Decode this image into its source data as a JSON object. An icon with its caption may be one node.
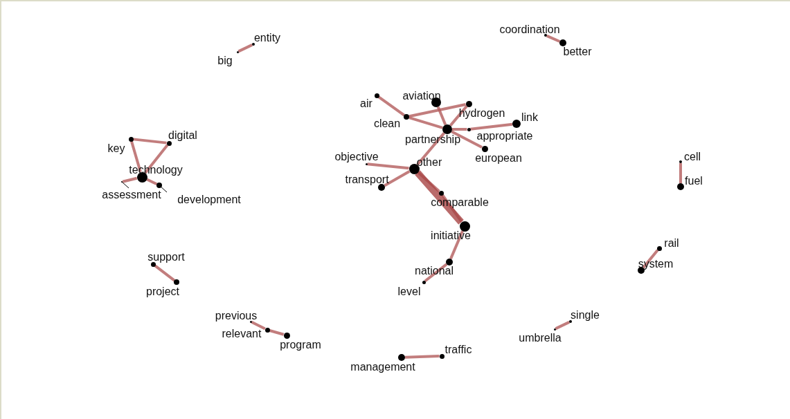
{
  "diagram": {
    "nodes": [
      {
        "text": [
          "entity"
        ]
      },
      {
        "text": [
          "big"
        ]
      },
      {
        "text": [
          "coordination"
        ]
      },
      {
        "text": [
          "better"
        ]
      },
      {
        "text": [
          "air"
        ]
      },
      {
        "text": [
          "aviation"
        ]
      },
      {
        "text": [
          "clean"
        ]
      },
      {
        "text": [
          "hydrogen"
        ]
      },
      {
        "text": [
          "partnership"
        ]
      },
      {
        "text": [
          "link"
        ]
      },
      {
        "text": [
          "appropriate"
        ]
      },
      {
        "text": [
          "european"
        ]
      },
      {
        "text": [
          "objective"
        ]
      },
      {
        "text": [
          "other"
        ]
      },
      {
        "text": [
          "transport"
        ]
      },
      {
        "text": [
          "comparable"
        ]
      },
      {
        "text": [
          "initiative"
        ]
      },
      {
        "text": [
          "national"
        ]
      },
      {
        "text": [
          "level"
        ]
      },
      {
        "text": [
          "key"
        ]
      },
      {
        "text": [
          "digital"
        ]
      },
      {
        "text": [
          "technology"
        ]
      },
      {
        "text": [
          "assessment"
        ]
      },
      {
        "text": [
          "development"
        ]
      },
      {
        "text": [
          "cell"
        ]
      },
      {
        "text": [
          "fuel"
        ]
      },
      {
        "text": [
          "rail"
        ]
      },
      {
        "text": [
          "system"
        ]
      },
      {
        "text": [
          "support"
        ]
      },
      {
        "text": [
          "project"
        ]
      },
      {
        "text": [
          "previous"
        ]
      },
      {
        "text": [
          "relevant"
        ]
      },
      {
        "text": [
          "program"
        ]
      },
      {
        "text": [
          "single"
        ]
      },
      {
        "text": [
          "umbrella"
        ]
      },
      {
        "text": [
          "traffic"
        ]
      },
      {
        "text": [
          "management"
        ]
      }
    ],
    "edges": [
      {
        "from": 1,
        "to": 0,
        "arrow": "none"
      },
      {
        "from": 2,
        "to": 3,
        "arrow": "none"
      },
      {
        "from": 4,
        "to": 6,
        "arrow": "none"
      },
      {
        "from": 6,
        "to": 7,
        "arrow": "none"
      },
      {
        "from": 6,
        "to": 8,
        "arrow": "none"
      },
      {
        "from": 5,
        "to": 8,
        "arrow": "none"
      },
      {
        "from": 7,
        "to": 8,
        "arrow": "none"
      },
      {
        "from": 8,
        "to": 10,
        "arrow": "none"
      },
      {
        "from": 10,
        "to": 9,
        "arrow": "none"
      },
      {
        "from": 8,
        "to": 11,
        "arrow": "none"
      },
      {
        "from": 8,
        "to": 13,
        "arrow": "none"
      },
      {
        "from": 12,
        "to": 13,
        "arrow": "none"
      },
      {
        "from": 13,
        "to": 14,
        "arrow": "none"
      },
      {
        "from": 13,
        "to": 15,
        "arrow": "none"
      },
      {
        "from": 15,
        "to": 16,
        "arrow": "none"
      },
      {
        "from": 13,
        "to": 16,
        "arrow": "none",
        "style": "thick",
        "color": "#a84545"
      },
      {
        "from": 16,
        "to": 17,
        "arrow": "none"
      },
      {
        "from": 17,
        "to": 18,
        "arrow": "none"
      },
      {
        "from": 19,
        "to": 20,
        "arrow": "none"
      },
      {
        "from": 19,
        "to": 21,
        "arrow": "none"
      },
      {
        "from": 20,
        "to": 21,
        "arrow": "none"
      },
      {
        "from": 21,
        "to": 22,
        "arrow": "none"
      },
      {
        "from": 21,
        "to": 23,
        "arrow": "none"
      },
      {
        "from": 24,
        "to": 25,
        "arrow": "none"
      },
      {
        "from": 26,
        "to": 27,
        "arrow": "none"
      },
      {
        "from": 28,
        "to": 29,
        "arrow": "none"
      },
      {
        "from": 30,
        "to": 31,
        "arrow": "none"
      },
      {
        "from": 31,
        "to": 32,
        "arrow": "none"
      },
      {
        "from": 33,
        "to": 34,
        "arrow": "none"
      },
      {
        "from": 35,
        "to": 36,
        "arrow": "none"
      }
    ]
  }
}
